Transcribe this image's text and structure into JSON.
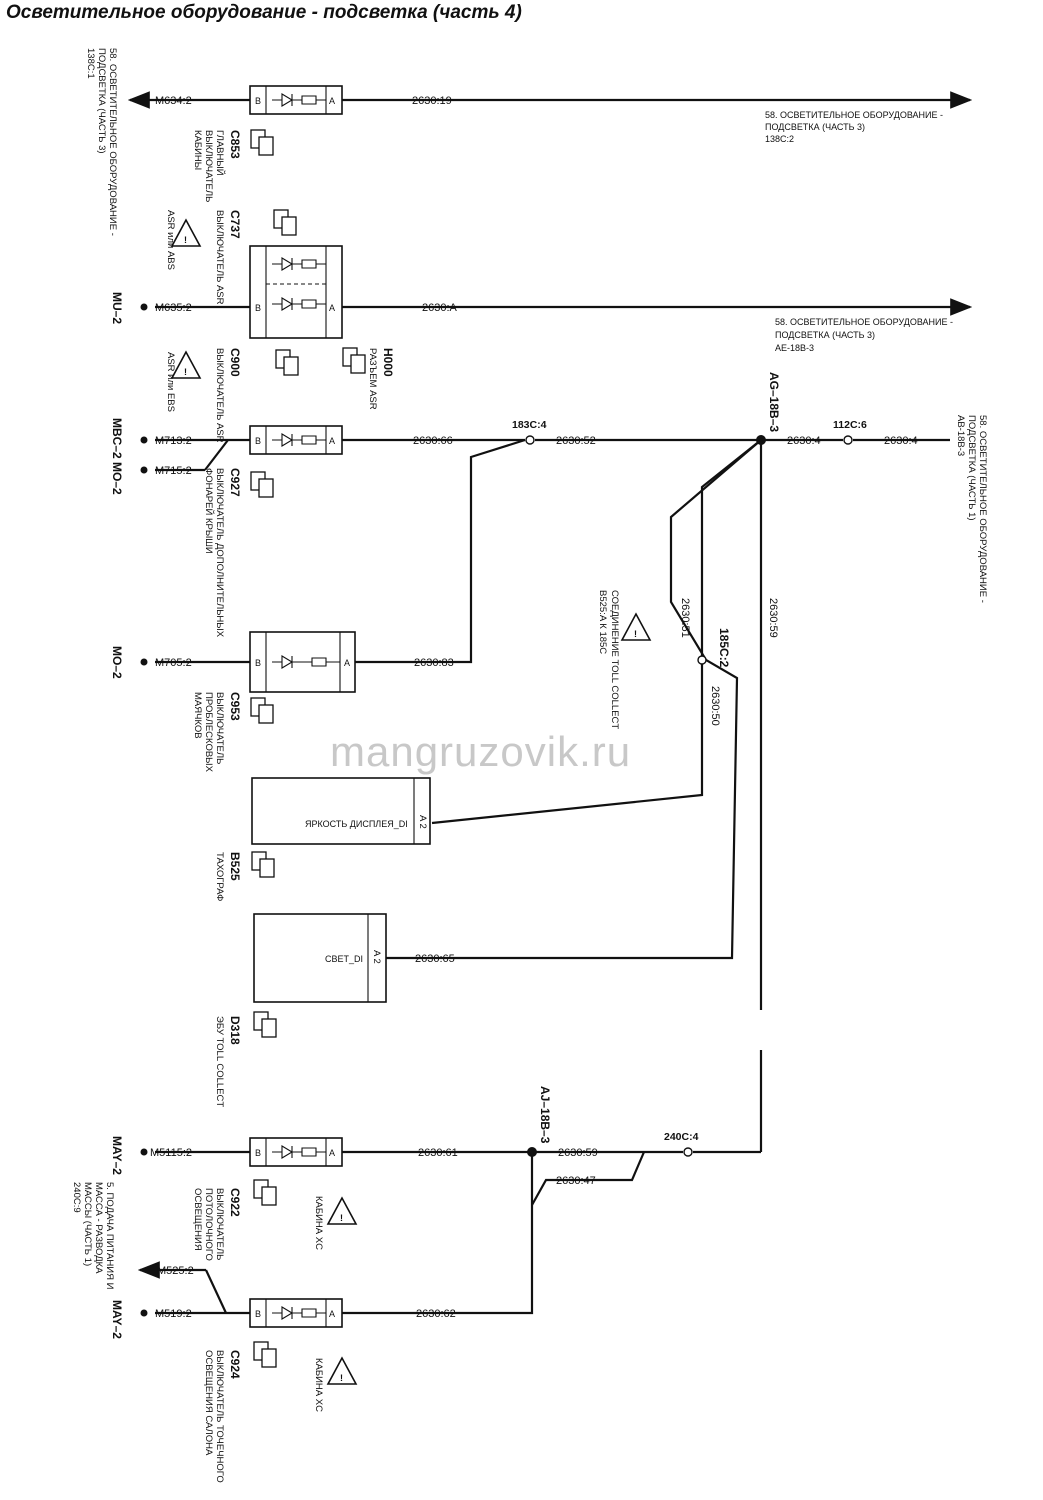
{
  "title": "Осветительное оборудование - подсветка (часть 4)",
  "watermark": "mangruzovik.ru",
  "wires": {
    "w_19": "2630:19",
    "w_A": "2630:A",
    "w_66": "2630:66",
    "w_52": "2630:52",
    "w_4a": "2630:4",
    "w_4b": "2630:4",
    "w_83": "2630:83",
    "w_51": "2630:51",
    "w_50": "2630:50",
    "w_59v": "2630:59",
    "w_65": "2630:65",
    "w_61": "2630:61",
    "w_59h": "2630:59",
    "w_47": "2630:47",
    "w_62": "2630:62"
  },
  "connectors": {
    "c183": "183C:4",
    "c112": "112C:6",
    "c185": "185C:2",
    "c240": "240C:4"
  },
  "splices": {
    "ag": "AG–18B–3",
    "aj": "AJ–18B–3"
  },
  "grounds": {
    "m634": "M634:2",
    "m635": "M635:2",
    "m713": "M713:2",
    "m715": "M715:2",
    "m705": "M705:2",
    "m5115": "M5115:2",
    "m525": "M525:2",
    "m519": "M519:2"
  },
  "left_labels": {
    "mu2": "MU–2",
    "mbc_mo": "MBC–2 MO–2",
    "mo2": "MO–2",
    "may2a": "MAY–2",
    "may2b": "MAY–2"
  },
  "refs": {
    "r1": "58. ОСВЕТИТЕЛЬНОЕ ОБОРУДОВАНИЕ -",
    "r1b": "ПОДСВЕТКА (ЧАСТЬ 3)",
    "r1c": "138C:2",
    "r2": "58. ОСВЕТИТЕЛЬНОЕ ОБОРУДОВАНИЕ -",
    "r2b": "ПОДСВЕТКА (ЧАСТЬ 3)",
    "r2c": "AE-18B-3",
    "top_left_a": "58. ОСВЕТИТЕЛЬНОЕ ОБОРУДОВАНИЕ -",
    "top_left_b": "ПОДСВЕТКА (ЧАСТЬ 3)",
    "top_left_c": "138C:1",
    "right_a": "58. ОСВЕТИТЕЛЬНОЕ ОБОРУДОВАНИЕ -",
    "right_b": "ПОДСВЕТКА (ЧАСТЬ 1)",
    "right_c": "AB-18B-3",
    "bottom_a": "5. ПОДАЧА ПИТАНИЯ И",
    "bottom_b": "МАССА - РАЗВОДКА",
    "bottom_c": "МАССЫ (ЧАСТЬ 1)",
    "bottom_d": "240C:9"
  },
  "components": {
    "c853_id": "C853",
    "c853_a": "ГЛАВНЫЙ",
    "c853_b": "ВЫКЛЮЧАТЕЛЬ",
    "c853_c": "КАБИНЫ",
    "c737_id": "C737",
    "c737_a": "ВЫКЛЮЧАТЕЛЬ ASR",
    "c900_id": "C900",
    "c900_a": "ВЫКЛЮЧАТЕЛЬ ASR",
    "h000_id": "H000",
    "h000_a": "РАЗЪЕМ ASR",
    "c927_id": "C927",
    "c927_a": "ВЫКЛЮЧАТЕЛЬ ДОПОЛНИТЕЛЬНЫХ",
    "c927_b": "ФОНАРЕЙ КРЫШИ",
    "c953_id": "C953",
    "c953_a": "ВЫКЛЮЧАТЕЛЬ",
    "c953_b": "ПРОБЛЕСКОВЫХ",
    "c953_c": "МАЯЧКОВ",
    "b525_id": "B525",
    "b525_a": "ТАХОГРАФ",
    "b525_sig": "ЯРКОСТЬ ДИСПЛЕЯ_DI",
    "d318_id": "D318",
    "d318_a": "ЭБУ TOLL COLLECT",
    "d318_sig": "СВЕТ_DI",
    "c922_id": "C922",
    "c922_a": "ВЫКЛЮЧАТЕЛЬ",
    "c922_b": "ПОТОЛОЧНОГО",
    "c922_c": "ОСВЕЩЕНИЯ",
    "c924_id": "C924",
    "c924_a": "ВЫКЛЮЧАТЕЛЬ ТОЧЕЧНОГО",
    "c924_b": "ОСВЕЩЕНИЯ САЛОНА"
  },
  "warnings": {
    "asr1": "ASR или ABS",
    "asr2": "ASR или EBS",
    "toll_a": "СОЕДИНЕНИЕ TOLL COLLECT",
    "toll_b": "B525:A К 185C",
    "cab1": "КАБИНА XC",
    "cab2": "КАБИНА XC"
  },
  "pins": {
    "a": "A",
    "b": "B",
    "a2": "A 2"
  }
}
